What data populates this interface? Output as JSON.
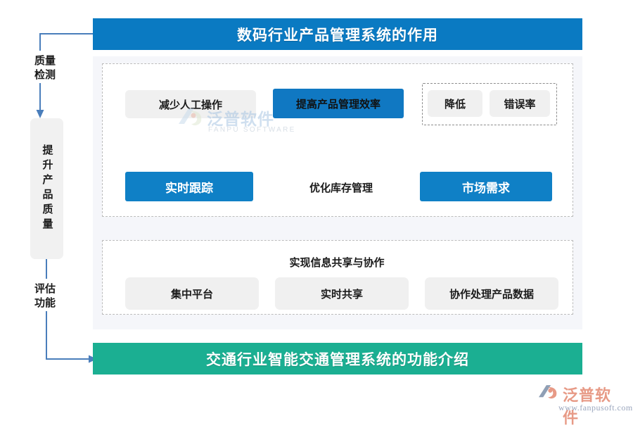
{
  "banners": {
    "top": "数码行业产品管理系统的作用",
    "top_color": "#0a7ac2",
    "bottom": "交通行业智能交通管理系统的功能介绍",
    "bottom_color": "#1baf92"
  },
  "sidebar": {
    "top_label": "质量\n检测",
    "top_label_line1": "质量",
    "top_label_line2": "检测",
    "vertical_box": "提升产品质量",
    "bottom_label_line1": "评估",
    "bottom_label_line2": "功能",
    "connector_color": "#4a7ebb"
  },
  "flow": {
    "row1": {
      "source": "减少人工操作",
      "middle": "提高产品管理效率",
      "group": [
        "降低",
        "错误率"
      ]
    },
    "row2": {
      "left": "实时跟踪",
      "link_label": "优化库存管理",
      "right": "市场需求"
    },
    "arrow_count": 3,
    "arrow_color": "#6b6b6b"
  },
  "lower": {
    "title": "实现信息共享与协作",
    "items": [
      "集中平台",
      "实时共享",
      "协作处理产品数据"
    ]
  },
  "watermark": {
    "cn": "泛普软件",
    "en": "FANPU SOFTWARE"
  },
  "logo": {
    "cn": "泛普软件",
    "url": "www.fanpusoft.com"
  }
}
